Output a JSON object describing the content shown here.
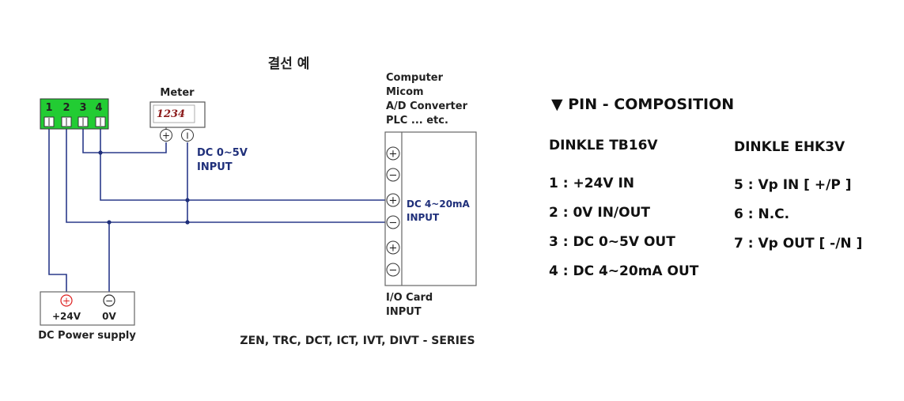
{
  "diagram": {
    "title": "결선 예",
    "terminal_block": {
      "pins": [
        "1",
        "2",
        "3",
        "4"
      ],
      "color": "#22cc33"
    },
    "meter": {
      "label": "Meter",
      "display": "1234",
      "display_color": "#8b1a1a",
      "plus_symbol": "+",
      "other_symbol": "I"
    },
    "meter_input": {
      "line1": "DC 0~5V",
      "line2": "INPUT"
    },
    "computer": {
      "lines": [
        "Computer",
        "Micom",
        "A/D Converter",
        "PLC ... etc."
      ]
    },
    "io_card": {
      "symbols": [
        "+",
        "−",
        "+",
        "−",
        "+",
        "−"
      ],
      "input_line1": "DC 4~20mA",
      "input_line2": "INPUT",
      "label_line1": "I/O Card",
      "label_line2": "INPUT"
    },
    "power_supply": {
      "plus_symbol": "+",
      "minus_symbol": "−",
      "plus_label": "+24V",
      "zero_label": "0V",
      "caption": "DC Power supply",
      "plus_color": "#dd2222"
    },
    "series_caption": "ZEN, TRC, DCT, ICT, IVT, DIVT - SERIES",
    "wire_color": "#2a3a8a"
  },
  "pin_composition": {
    "title": "PIN - COMPOSITION",
    "marker": "▼",
    "left": {
      "model": "DINKLE TB16V",
      "items": [
        "1 : +24V IN",
        "2 : 0V IN/OUT",
        "3 : DC 0~5V OUT",
        "4 : DC 4~20mA OUT"
      ]
    },
    "right": {
      "model": "DINKLE EHK3V",
      "items": [
        "5 : Vp IN [ +/P ]",
        "6 : N.C.",
        "7 : Vp OUT [ -/N ]"
      ]
    }
  }
}
